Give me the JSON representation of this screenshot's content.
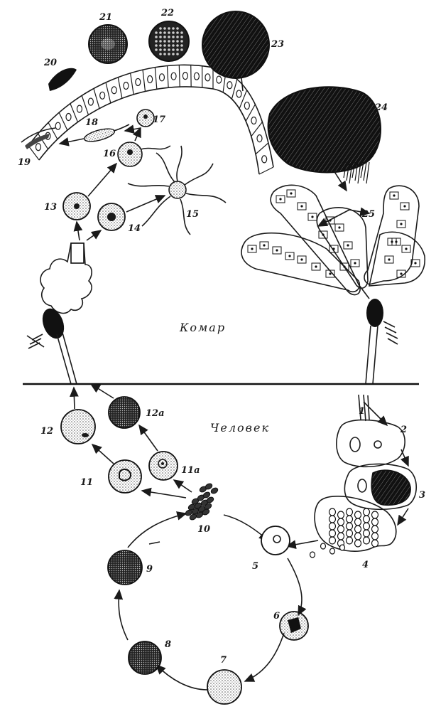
{
  "sections": {
    "mosquito_label": "Комар",
    "human_label": "Человек"
  },
  "labels": {
    "l1": "1",
    "l2": "2",
    "l3": "3",
    "l4": "4",
    "l5": "5",
    "l6": "6",
    "l7": "7",
    "l8": "8",
    "l9": "9",
    "l10": "10",
    "l11": "11",
    "l11a": "11a",
    "l12": "12",
    "l12a": "12a",
    "l13": "13",
    "l14": "14",
    "l15": "15",
    "l16": "16",
    "l17": "17",
    "l18": "18",
    "l19": "19",
    "l20": "20",
    "l21": "21",
    "l22": "22",
    "l23": "23",
    "l24": "24",
    "l25": "25"
  },
  "colors": {
    "ink": "#1a1a1a",
    "paper": "#ffffff",
    "stipple": "#555555"
  }
}
